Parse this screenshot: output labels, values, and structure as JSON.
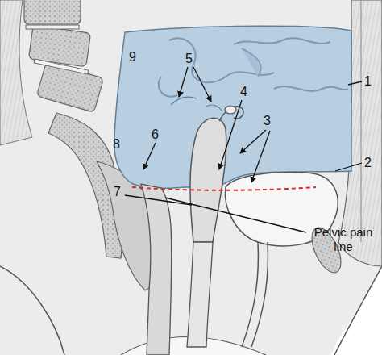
{
  "diagram": {
    "labels": [
      "1",
      "2",
      "3",
      "4",
      "5",
      "6",
      "7",
      "8",
      "9",
      "Pelvic pain line"
    ]
  }
}
